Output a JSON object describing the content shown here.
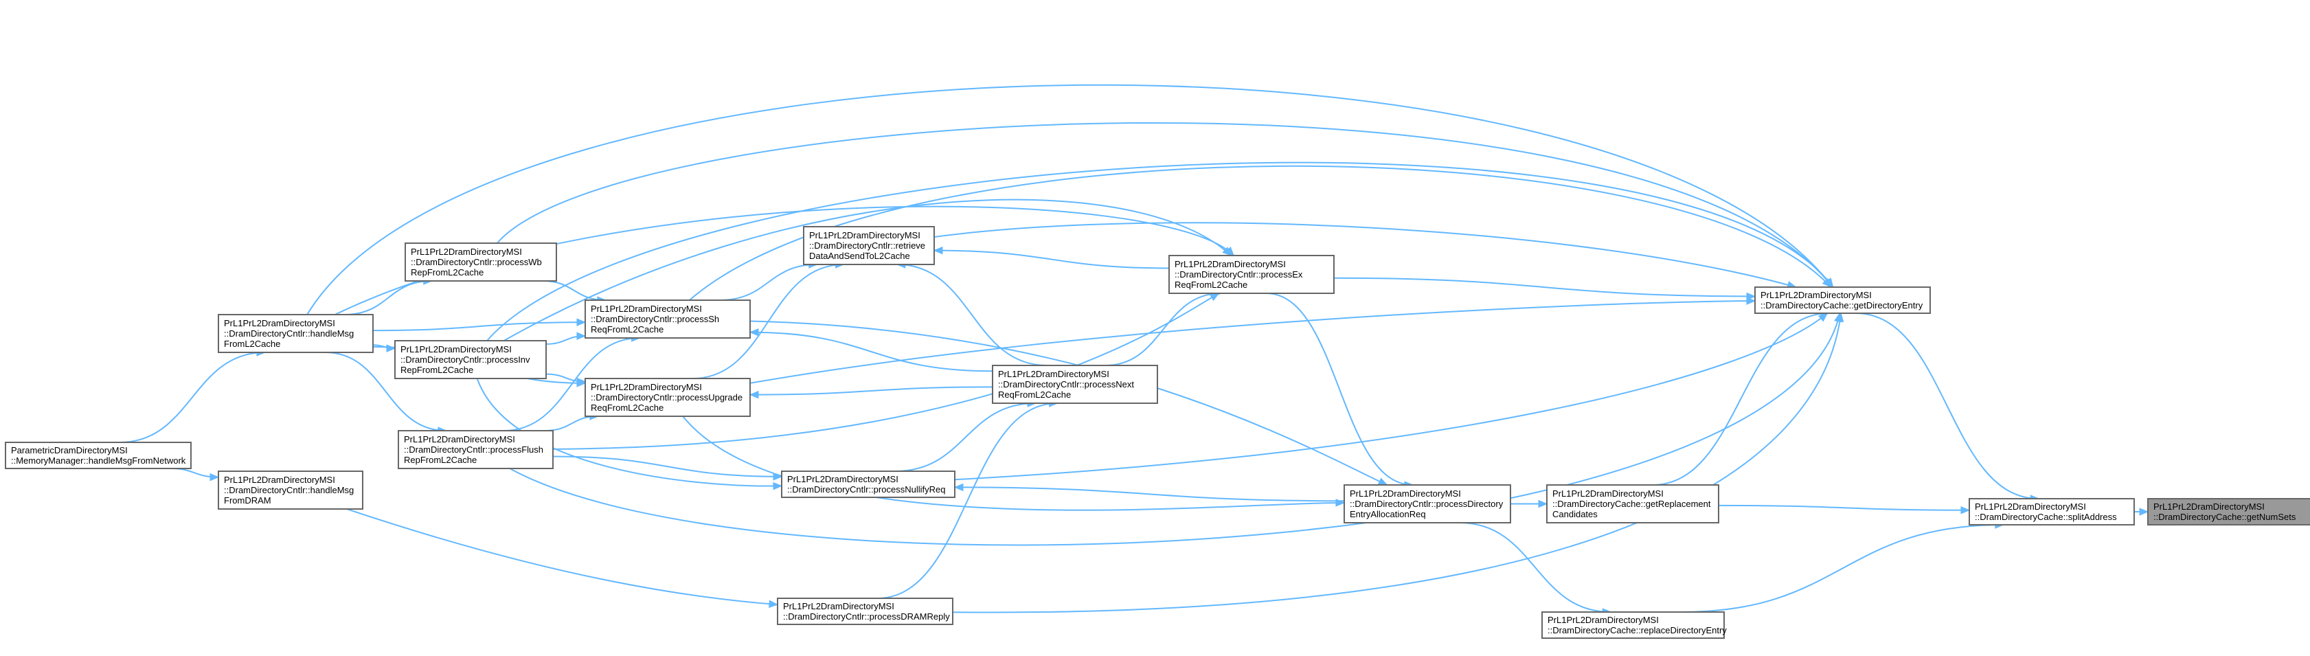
{
  "nodes": [
    {
      "id": "getNumSets",
      "lines": [
        "PrL1PrL2DramDirectoryMSI",
        "::DramDirectoryCache::getNumSets"
      ],
      "focus": true
    },
    {
      "id": "splitAddress",
      "lines": [
        "PrL1PrL2DramDirectoryMSI",
        "::DramDirectoryCache::splitAddress"
      ]
    },
    {
      "id": "getDirectoryEntry",
      "lines": [
        "PrL1PrL2DramDirectoryMSI",
        "::DramDirectoryCache::getDirectoryEntry"
      ]
    },
    {
      "id": "getReplacementCandidates",
      "lines": [
        "PrL1PrL2DramDirectoryMSI",
        "::DramDirectoryCache::getReplacement",
        "Candidates"
      ]
    },
    {
      "id": "replaceDirectoryEntry",
      "lines": [
        "PrL1PrL2DramDirectoryMSI",
        "::DramDirectoryCache::replaceDirectoryEntry"
      ]
    },
    {
      "id": "processDirectoryEntryAllocationReq",
      "lines": [
        "PrL1PrL2DramDirectoryMSI",
        "::DramDirectoryCntlr::processDirectory",
        "EntryAllocationReq"
      ]
    },
    {
      "id": "processExReqFromL2Cache",
      "lines": [
        "PrL1PrL2DramDirectoryMSI",
        "::DramDirectoryCntlr::processEx",
        "ReqFromL2Cache"
      ]
    },
    {
      "id": "processNextReqFromL2Cache",
      "lines": [
        "PrL1PrL2DramDirectoryMSI",
        "::DramDirectoryCntlr::processNext",
        "ReqFromL2Cache"
      ]
    },
    {
      "id": "processNullifyReq",
      "lines": [
        "PrL1PrL2DramDirectoryMSI",
        "::DramDirectoryCntlr::processNullifyReq"
      ]
    },
    {
      "id": "processDRAMReply",
      "lines": [
        "PrL1PrL2DramDirectoryMSI",
        "::DramDirectoryCntlr::processDRAMReply"
      ]
    },
    {
      "id": "retrieveDataAndSendToL2Cache",
      "lines": [
        "PrL1PrL2DramDirectoryMSI",
        "::DramDirectoryCntlr::retrieve",
        "DataAndSendToL2Cache"
      ]
    },
    {
      "id": "processShReqFromL2Cache",
      "lines": [
        "PrL1PrL2DramDirectoryMSI",
        "::DramDirectoryCntlr::processSh",
        "ReqFromL2Cache"
      ]
    },
    {
      "id": "processUpgradeReqFromL2Cache",
      "lines": [
        "PrL1PrL2DramDirectoryMSI",
        "::DramDirectoryCntlr::processUpgrade",
        "ReqFromL2Cache"
      ]
    },
    {
      "id": "processWbRepFromL2Cache",
      "lines": [
        "PrL1PrL2DramDirectoryMSI",
        "::DramDirectoryCntlr::processWb",
        "RepFromL2Cache"
      ]
    },
    {
      "id": "processInvRepFromL2Cache",
      "lines": [
        "PrL1PrL2DramDirectoryMSI",
        "::DramDirectoryCntlr::processInv",
        "RepFromL2Cache"
      ]
    },
    {
      "id": "processFlushRepFromL2Cache",
      "lines": [
        "PrL1PrL2DramDirectoryMSI",
        "::DramDirectoryCntlr::processFlush",
        "RepFromL2Cache"
      ]
    },
    {
      "id": "handleMsgFromL2Cache",
      "lines": [
        "PrL1PrL2DramDirectoryMSI",
        "::DramDirectoryCntlr::handleMsg",
        "FromL2Cache"
      ]
    },
    {
      "id": "handleMsgFromDRAM",
      "lines": [
        "PrL1PrL2DramDirectoryMSI",
        "::DramDirectoryCntlr::handleMsg",
        "FromDRAM"
      ]
    },
    {
      "id": "handleMsgFromNetwork",
      "lines": [
        "ParametricDramDirectoryMSI",
        "::MemoryManager::handleMsgFromNetwork"
      ]
    }
  ],
  "edges": [
    [
      "splitAddress",
      "getNumSets"
    ],
    [
      "getDirectoryEntry",
      "splitAddress"
    ],
    [
      "getReplacementCandidates",
      "splitAddress"
    ],
    [
      "replaceDirectoryEntry",
      "splitAddress"
    ],
    [
      "processDirectoryEntryAllocationReq",
      "getReplacementCandidates"
    ],
    [
      "processDirectoryEntryAllocationReq",
      "replaceDirectoryEntry"
    ],
    [
      "getReplacementCandidates",
      "getDirectoryEntry"
    ],
    [
      "processExReqFromL2Cache",
      "getDirectoryEntry"
    ],
    [
      "processExReqFromL2Cache",
      "processDirectoryEntryAllocationReq"
    ],
    [
      "processExReqFromL2Cache",
      "retrieveDataAndSendToL2Cache"
    ],
    [
      "retrieveDataAndSendToL2Cache",
      "getDirectoryEntry"
    ],
    [
      "processNextReqFromL2Cache",
      "processExReqFromL2Cache"
    ],
    [
      "processNextReqFromL2Cache",
      "processShReqFromL2Cache"
    ],
    [
      "processNextReqFromL2Cache",
      "processUpgradeReqFromL2Cache"
    ],
    [
      "processNextReqFromL2Cache",
      "retrieveDataAndSendToL2Cache"
    ],
    [
      "processNullifyReq",
      "processNextReqFromL2Cache"
    ],
    [
      "processDRAMReply",
      "processNextReqFromL2Cache"
    ],
    [
      "processDRAMReply",
      "getDirectoryEntry"
    ],
    [
      "processDirectoryEntryAllocationReq",
      "processNullifyReq"
    ],
    [
      "processShReqFromL2Cache",
      "getDirectoryEntry"
    ],
    [
      "processShReqFromL2Cache",
      "processDirectoryEntryAllocationReq"
    ],
    [
      "processShReqFromL2Cache",
      "retrieveDataAndSendToL2Cache"
    ],
    [
      "processUpgradeReqFromL2Cache",
      "getDirectoryEntry"
    ],
    [
      "processUpgradeReqFromL2Cache",
      "processDirectoryEntryAllocationReq"
    ],
    [
      "processUpgradeReqFromL2Cache",
      "retrieveDataAndSendToL2Cache"
    ],
    [
      "processNullifyReq",
      "getDirectoryEntry"
    ],
    [
      "processWbRepFromL2Cache",
      "getDirectoryEntry"
    ],
    [
      "processWbRepFromL2Cache",
      "processShReqFromL2Cache"
    ],
    [
      "processInvRepFromL2Cache",
      "processShReqFromL2Cache"
    ],
    [
      "processInvRepFromL2Cache",
      "processUpgradeReqFromL2Cache"
    ],
    [
      "processInvRepFromL2Cache",
      "processExReqFromL2Cache"
    ],
    [
      "processInvRepFromL2Cache",
      "getDirectoryEntry"
    ],
    [
      "processInvRepFromL2Cache",
      "processNullifyReq"
    ],
    [
      "processFlushRepFromL2Cache",
      "processShReqFromL2Cache"
    ],
    [
      "processFlushRepFromL2Cache",
      "processUpgradeReqFromL2Cache"
    ],
    [
      "processFlushRepFromL2Cache",
      "processExReqFromL2Cache"
    ],
    [
      "processFlushRepFromL2Cache",
      "getDirectoryEntry"
    ],
    [
      "processFlushRepFromL2Cache",
      "processNullifyReq"
    ],
    [
      "handleMsgFromL2Cache",
      "processWbRepFromL2Cache"
    ],
    [
      "handleMsgFromL2Cache",
      "processShReqFromL2Cache"
    ],
    [
      "handleMsgFromL2Cache",
      "processInvRepFromL2Cache"
    ],
    [
      "handleMsgFromL2Cache",
      "processUpgradeReqFromL2Cache"
    ],
    [
      "handleMsgFromL2Cache",
      "processFlushRepFromL2Cache"
    ],
    [
      "handleMsgFromL2Cache",
      "processExReqFromL2Cache"
    ],
    [
      "handleMsgFromL2Cache",
      "getDirectoryEntry"
    ],
    [
      "handleMsgFromDRAM",
      "processDRAMReply"
    ],
    [
      "handleMsgFromNetwork",
      "handleMsgFromL2Cache"
    ],
    [
      "handleMsgFromNetwork",
      "handleMsgFromDRAM"
    ]
  ]
}
